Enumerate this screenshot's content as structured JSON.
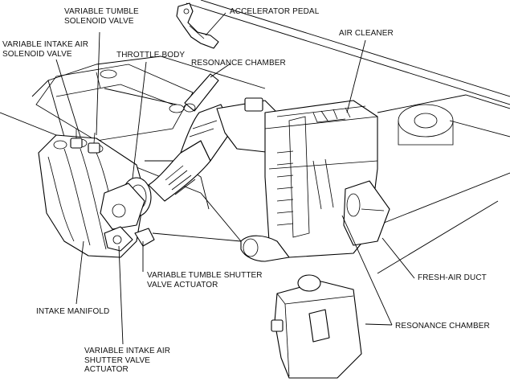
{
  "labels": {
    "accelerator_pedal": "ACCELERATOR PEDAL",
    "variable_tumble_solenoid_valve_1": "VARIABLE TUMBLE",
    "variable_tumble_solenoid_valve_2": "SOLENOID VALVE",
    "variable_intake_air_solenoid_valve_1": "VARIABLE INTAKE AIR",
    "variable_intake_air_solenoid_valve_2": "SOLENOID VALVE",
    "throttle_body": "THROTTLE BODY",
    "resonance_chamber_upper": "RESONANCE CHAMBER",
    "air_cleaner": "AIR CLEANER",
    "fresh_air_duct": "FRESH-AIR DUCT",
    "variable_tumble_shutter_valve_actuator_1": "VARIABLE TUMBLE SHUTTER",
    "variable_tumble_shutter_valve_actuator_2": "VALVE ACTUATOR",
    "intake_manifold": "INTAKE MANIFOLD",
    "resonance_chamber_lower": "RESONANCE CHAMBER",
    "variable_intake_air_shutter_valve_actuator_1": "VARIABLE INTAKE AIR",
    "variable_intake_air_shutter_valve_actuator_2": "SHUTTER VALVE",
    "variable_intake_air_shutter_valve_actuator_3": "ACTUATOR"
  }
}
